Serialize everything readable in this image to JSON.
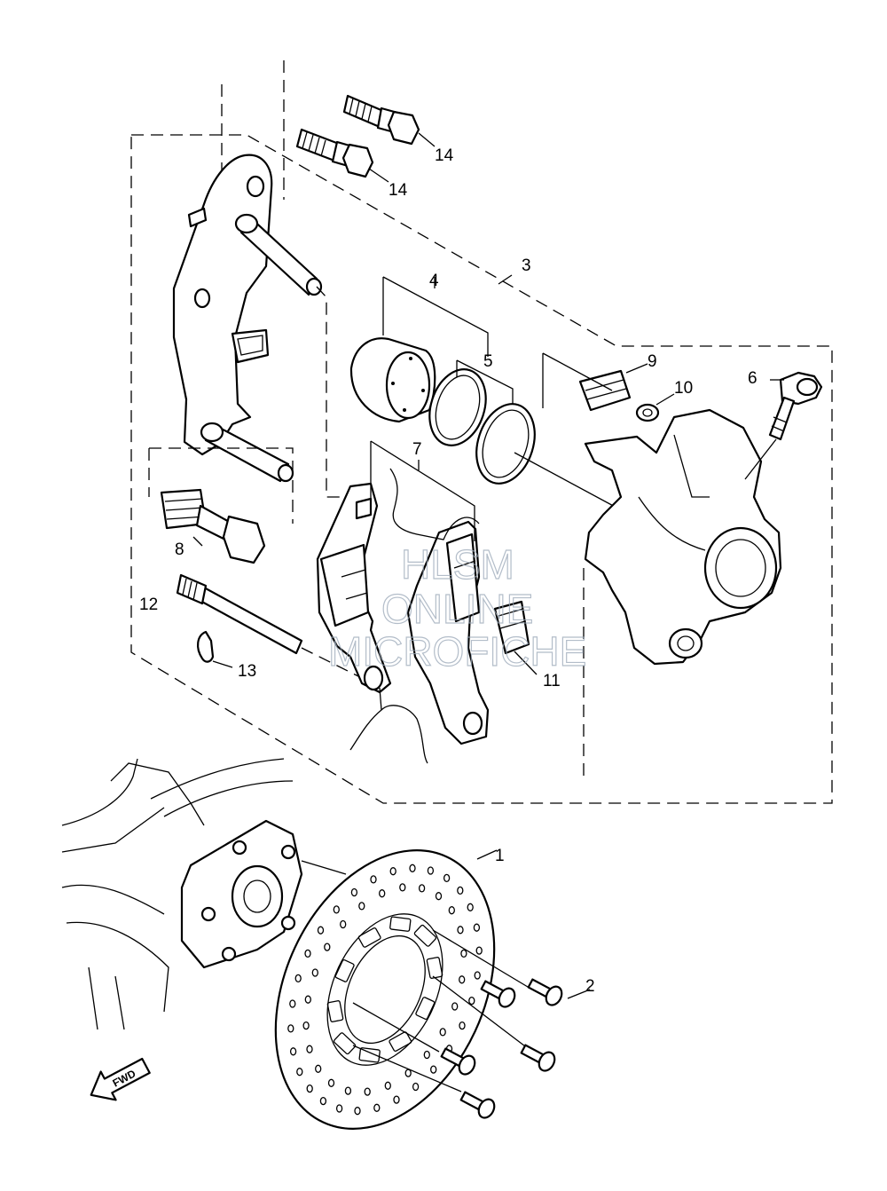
{
  "callouts": [
    {
      "id": "1",
      "label": "1"
    },
    {
      "id": "2",
      "label": "2"
    },
    {
      "id": "3",
      "label": "3"
    },
    {
      "id": "4",
      "label": "4"
    },
    {
      "id": "5",
      "label": "5"
    },
    {
      "id": "6",
      "label": "6"
    },
    {
      "id": "7",
      "label": "7"
    },
    {
      "id": "8",
      "label": "8"
    },
    {
      "id": "9",
      "label": "9"
    },
    {
      "id": "10",
      "label": "10"
    },
    {
      "id": "11",
      "label": "11"
    },
    {
      "id": "12",
      "label": "12"
    },
    {
      "id": "13",
      "label": "13"
    },
    {
      "id": "14a",
      "label": "14"
    },
    {
      "id": "14b",
      "label": "14"
    }
  ],
  "watermark": {
    "line1": "HLSM",
    "line2": "ONLINE",
    "line3": "MICROFICHE"
  },
  "fwd_label": "FWD"
}
